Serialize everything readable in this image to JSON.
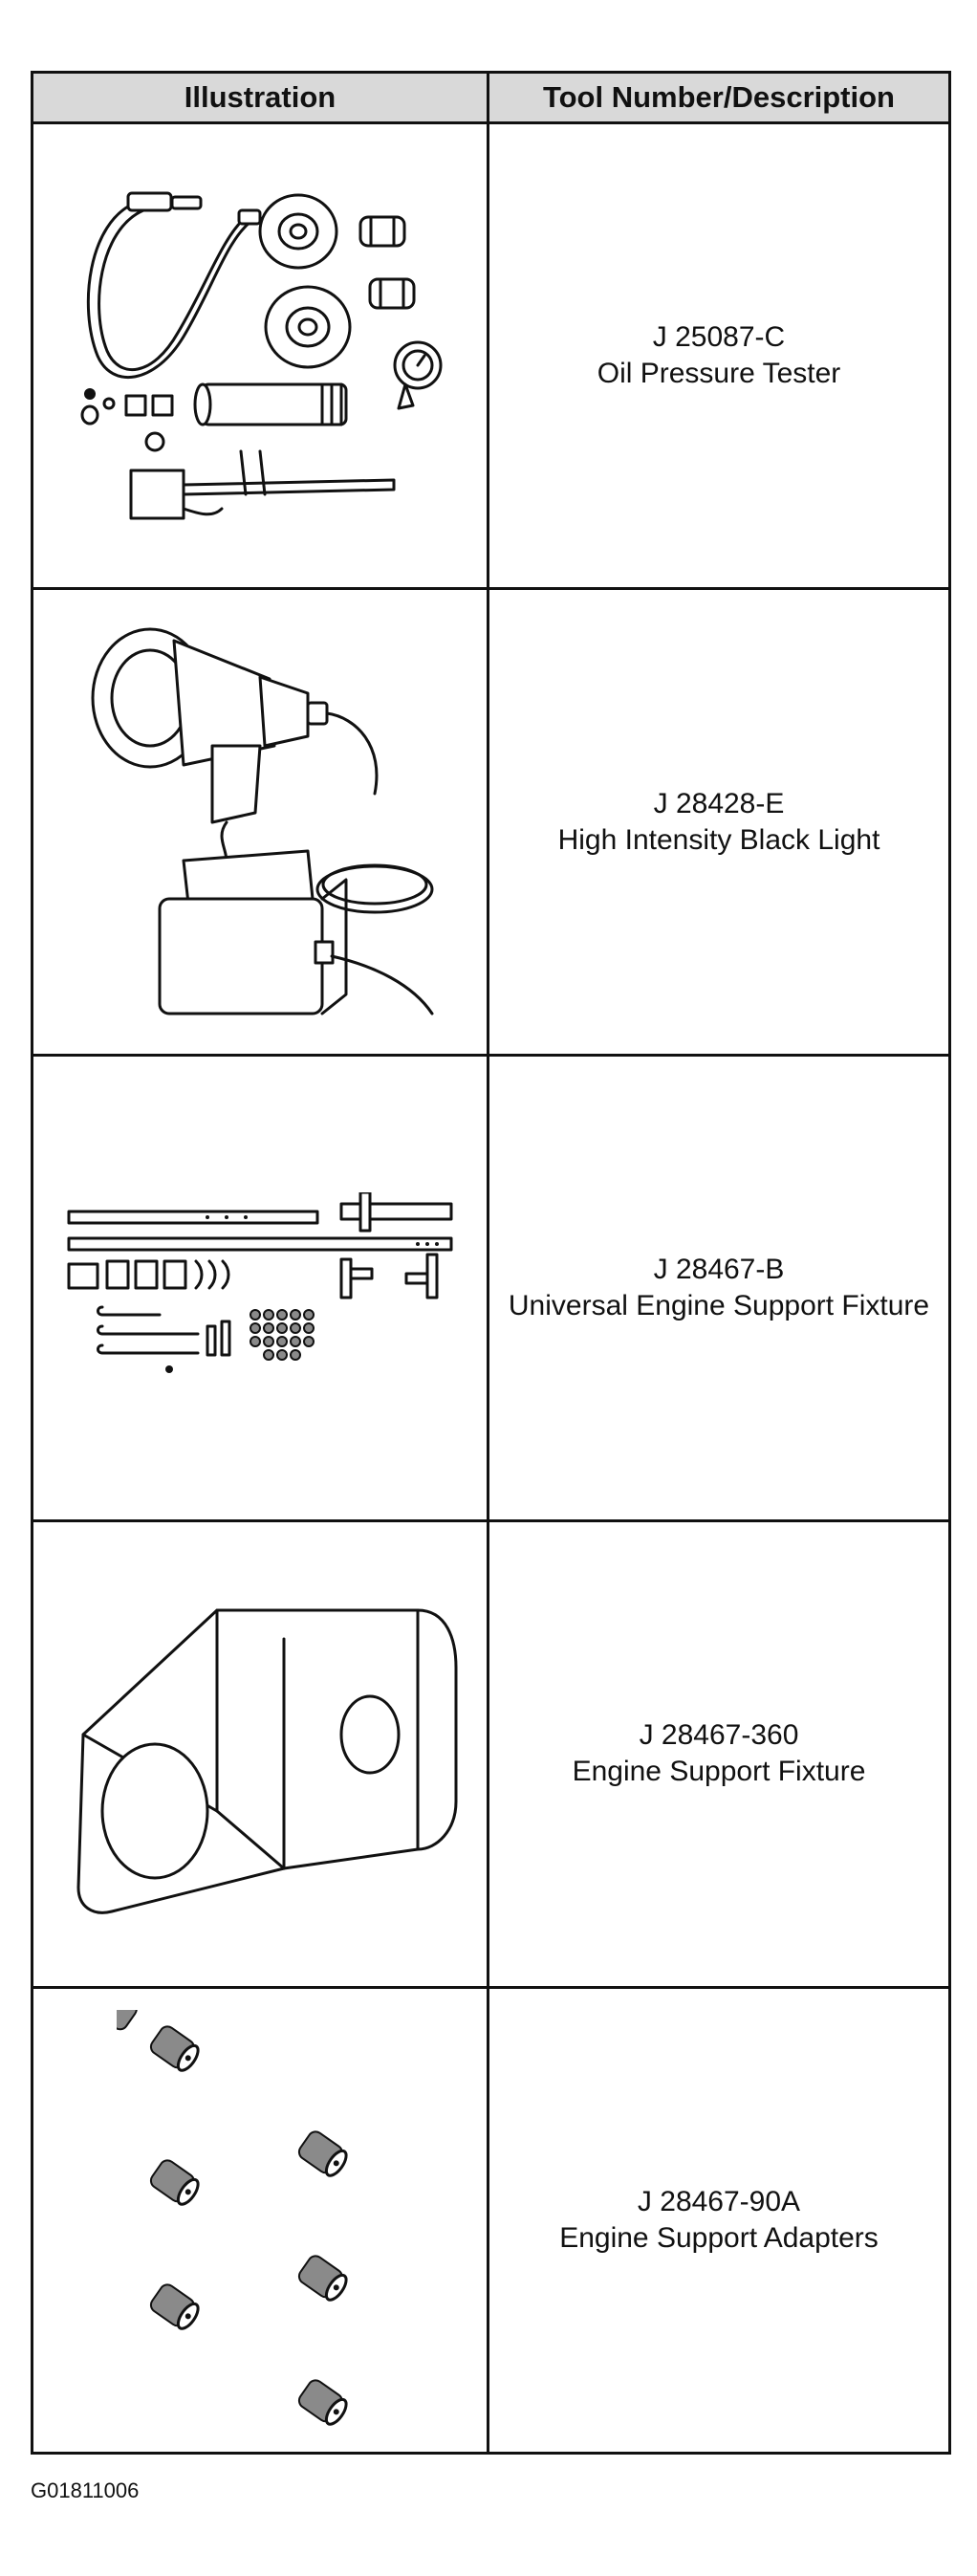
{
  "table": {
    "headers": {
      "illustration": "Illustration",
      "description": "Tool Number/Description"
    },
    "rows": [
      {
        "number": "J 25087-C",
        "name": "Oil Pressure Tester"
      },
      {
        "number": "J 28428-E",
        "name": "High Intensity Black Light"
      },
      {
        "number": "J 28467-B",
        "name": "Universal Engine Support Fixture"
      },
      {
        "number": "J 28467-360",
        "name": "Engine Support Fixture"
      },
      {
        "number": "J 28467-90A",
        "name": "Engine Support Adapters"
      }
    ]
  },
  "figure_id": "G01811006"
}
